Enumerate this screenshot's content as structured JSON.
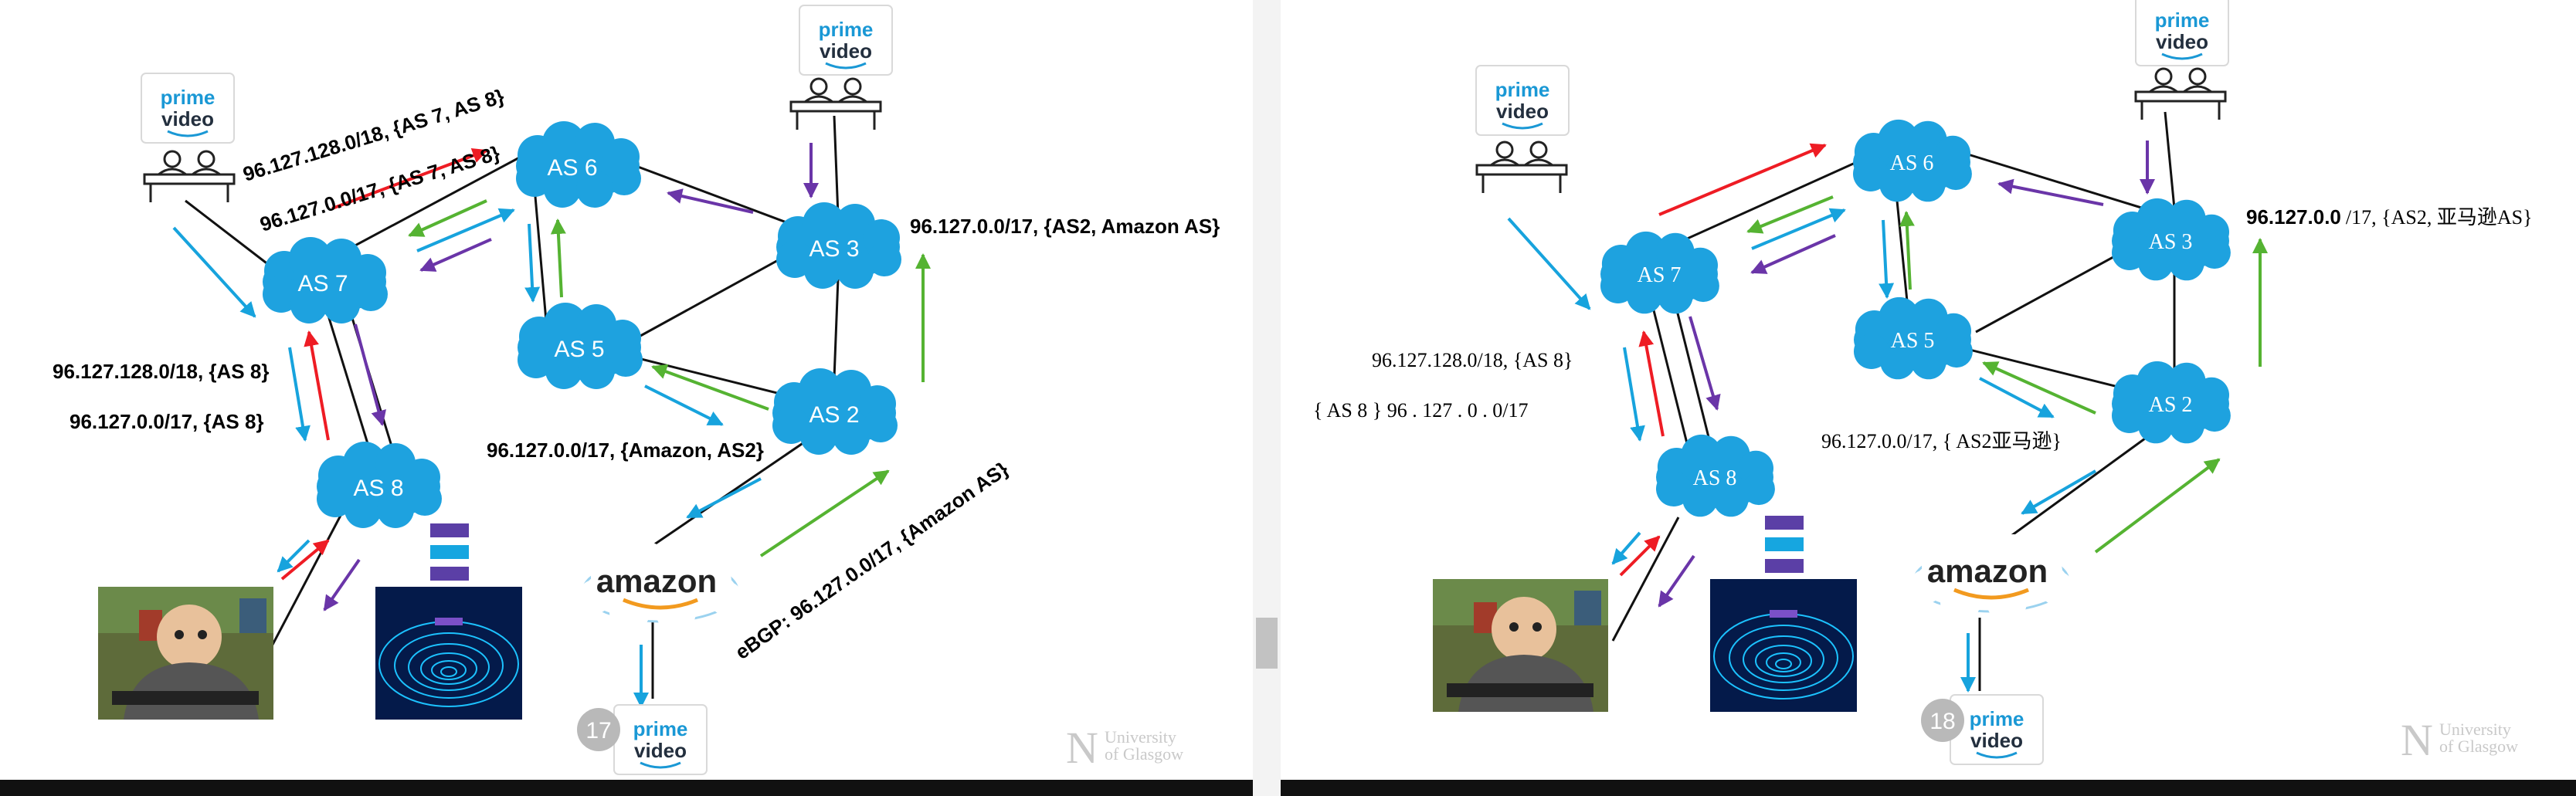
{
  "left_slide": {
    "nodes": {
      "as6": "AS 6",
      "as7": "AS 7",
      "as5": "AS 5",
      "as3": "AS 3",
      "as2": "AS 2",
      "as8": "AS 8"
    },
    "labels": {
      "route_as6_a": "96.127.128.0/18, {AS 7, AS 8}",
      "route_as6_b": "96.127.0.0/17, {AS 7, AS 8}",
      "route_as3": "96.127.0.0/17, {AS2, Amazon AS}",
      "route_as8_a": "96.127.128.0/18, {AS 8}",
      "route_as8_b": "96.127.0.0/17, {AS 8}",
      "route_as2": "96.127.0.0/17, {Amazon, AS2}",
      "ebgp": "eBGP: 96.127.0.0/17, {Amazon AS}"
    },
    "slide_number": "17"
  },
  "right_slide": {
    "nodes": {
      "as6": "AS 6",
      "as7": "AS 7",
      "as5": "AS 5",
      "as3": "AS 3",
      "as2": "AS 2",
      "as8": "AS 8"
    },
    "labels": {
      "route_as3_prefix": "96.127.0.0",
      "route_as3_rest": "/17, {AS2, 亚马逊AS}",
      "route_as8_a": "96.127.128.0/18, {AS 8}",
      "route_as8_b": "{ AS 8 } 96 . 127 . 0 . 0/17",
      "route_as2": "96.127.0.0/17, { AS2亚马逊}"
    },
    "slide_number": "18"
  },
  "logos": {
    "prime_top": "prime",
    "prime_bottom": "video",
    "amazon": "amazon"
  },
  "watermark": {
    "mark": "N",
    "line1": "University",
    "line2": "of Glasgow"
  },
  "colors": {
    "cloud": "#1ea2df",
    "red": "#ee1c24",
    "green": "#55b332",
    "blue": "#17a3dd",
    "purple": "#6a35a8",
    "stack_purple": "#5b3fa6",
    "stack_cyan": "#16a6e0"
  }
}
